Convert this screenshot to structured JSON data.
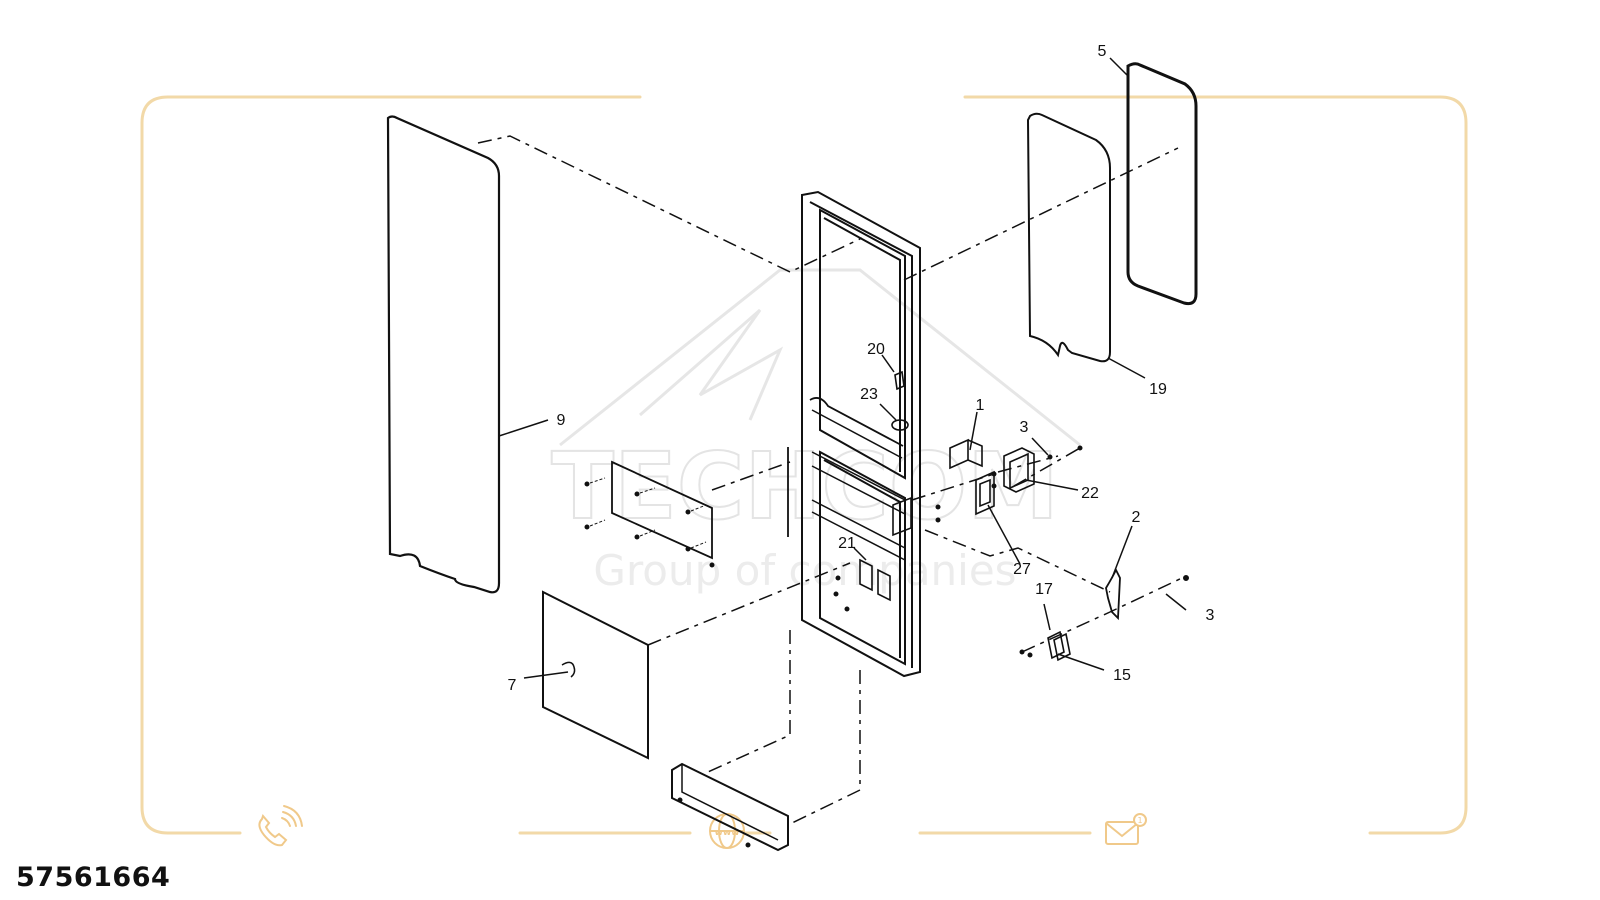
{
  "part_number": "57561664",
  "watermark": {
    "brand": "TECHCOM",
    "tagline": "Group of companies"
  },
  "footer_icons": [
    "phone-icon",
    "globe-www-icon",
    "mail-icon"
  ],
  "globe_text": "www",
  "mail_badge": "1",
  "colors": {
    "frame_accent": "#f2d9a8",
    "line": "#111111",
    "watermark": "#e6e6e6"
  },
  "callouts": {
    "c5": "5",
    "c19": "19",
    "c9": "9",
    "c20": "20",
    "c23": "23",
    "c1": "1",
    "c3a": "3",
    "c22": "22",
    "c27": "27",
    "c2": "2",
    "c21": "21",
    "c17": "17",
    "c3b": "3",
    "c15": "15",
    "c7": "7"
  }
}
